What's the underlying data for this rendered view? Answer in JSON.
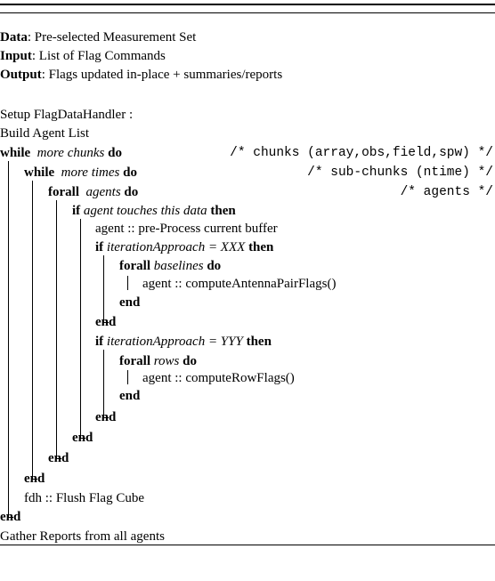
{
  "header": {
    "data_label": "Data",
    "data_value": ": Pre-selected Measurement Set",
    "input_label": "Input",
    "input_value": ": List of Flag Commands",
    "output_label": "Output",
    "output_value": ": Flags updated in-place + summaries/reports"
  },
  "lines": {
    "setup": "Setup FlagDataHandler :",
    "build": "Build Agent List",
    "while1_kw": "while",
    "while1_cond": "more chunks",
    "do_kw": "do",
    "while1_comment": "/* chunks (array,obs,field,spw) */",
    "while2_kw": "while",
    "while2_cond": "more times",
    "while2_comment": "/* sub-chunks (ntime) */",
    "forall_kw": "forall",
    "forall_agents": "agents",
    "forall_comment": "/* agents */",
    "if_kw": "if",
    "if_touch_cond": "agent touches this data",
    "then_kw": "then",
    "preprocess": "agent :: pre-Process current buffer",
    "if_xxx_cond": "iterationApproach = XXX",
    "baselines": "baselines",
    "compute_antenna": "agent :: computeAntennaPairFlags()",
    "end_kw": "end",
    "if_yyy_cond": "iterationApproach = YYY",
    "rows": "rows",
    "compute_row": "agent :: computeRowFlags()",
    "flush": "fdh :: Flush Flag Cube",
    "gather": "Gather Reports from all agents"
  }
}
